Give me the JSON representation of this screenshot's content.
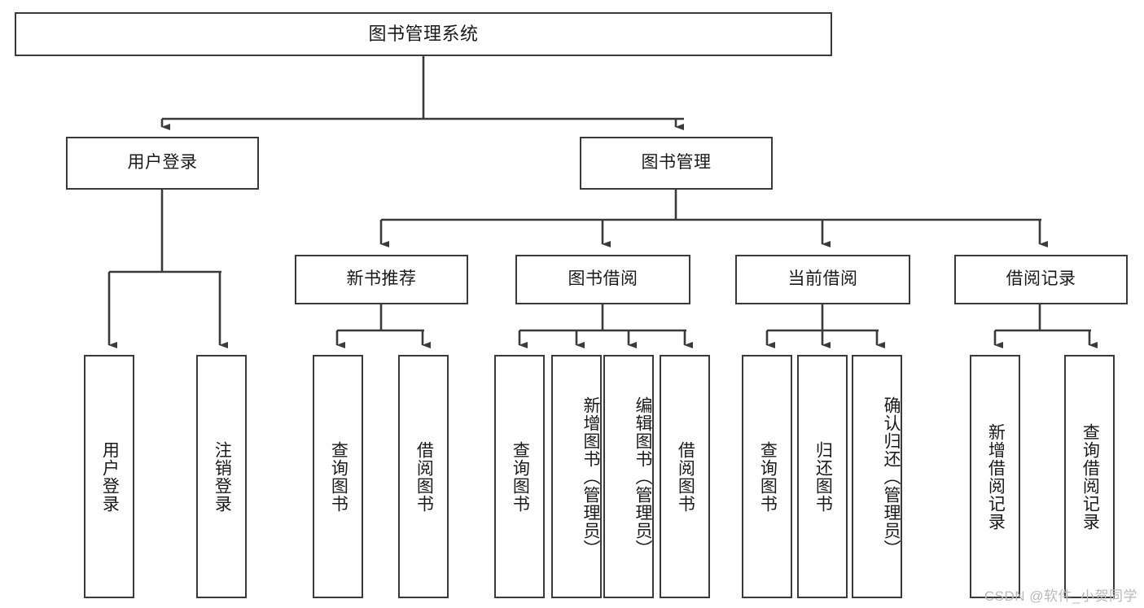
{
  "diagram": {
    "type": "tree-hierarchy-chart",
    "title": "图书管理系统",
    "watermark": "CSDN @软件_小贺同学",
    "colors": {
      "box_border": "#3a3a3a",
      "box_fill": "#ffffff",
      "edge": "#3a3a3a",
      "text": "#1a1a1a",
      "watermark": "#b9b9b9"
    },
    "root": {
      "label": "图书管理系统"
    },
    "level2": [
      {
        "label": "用户登录"
      },
      {
        "label": "图书管理"
      }
    ],
    "level3": [
      {
        "label": "新书推荐"
      },
      {
        "label": "图书借阅"
      },
      {
        "label": "当前借阅"
      },
      {
        "label": "借阅记录"
      }
    ],
    "leaves": {
      "user_login": [
        {
          "label": "用户登录"
        },
        {
          "label": "注销登录"
        }
      ],
      "new_book_recommend": [
        {
          "label": "查询图书"
        },
        {
          "label": "借阅图书"
        }
      ],
      "book_borrow": [
        {
          "label": "查询图书"
        },
        {
          "label": "新增图书（管理员）"
        },
        {
          "label": "编辑图书（管理员）"
        },
        {
          "label": "借阅图书"
        }
      ],
      "current_borrow": [
        {
          "label": "查询图书"
        },
        {
          "label": "归还图书"
        },
        {
          "label": "确认归还（管理员）"
        }
      ],
      "borrow_record": [
        {
          "label": "新增借阅记录"
        },
        {
          "label": "查询借阅记录"
        }
      ]
    }
  }
}
